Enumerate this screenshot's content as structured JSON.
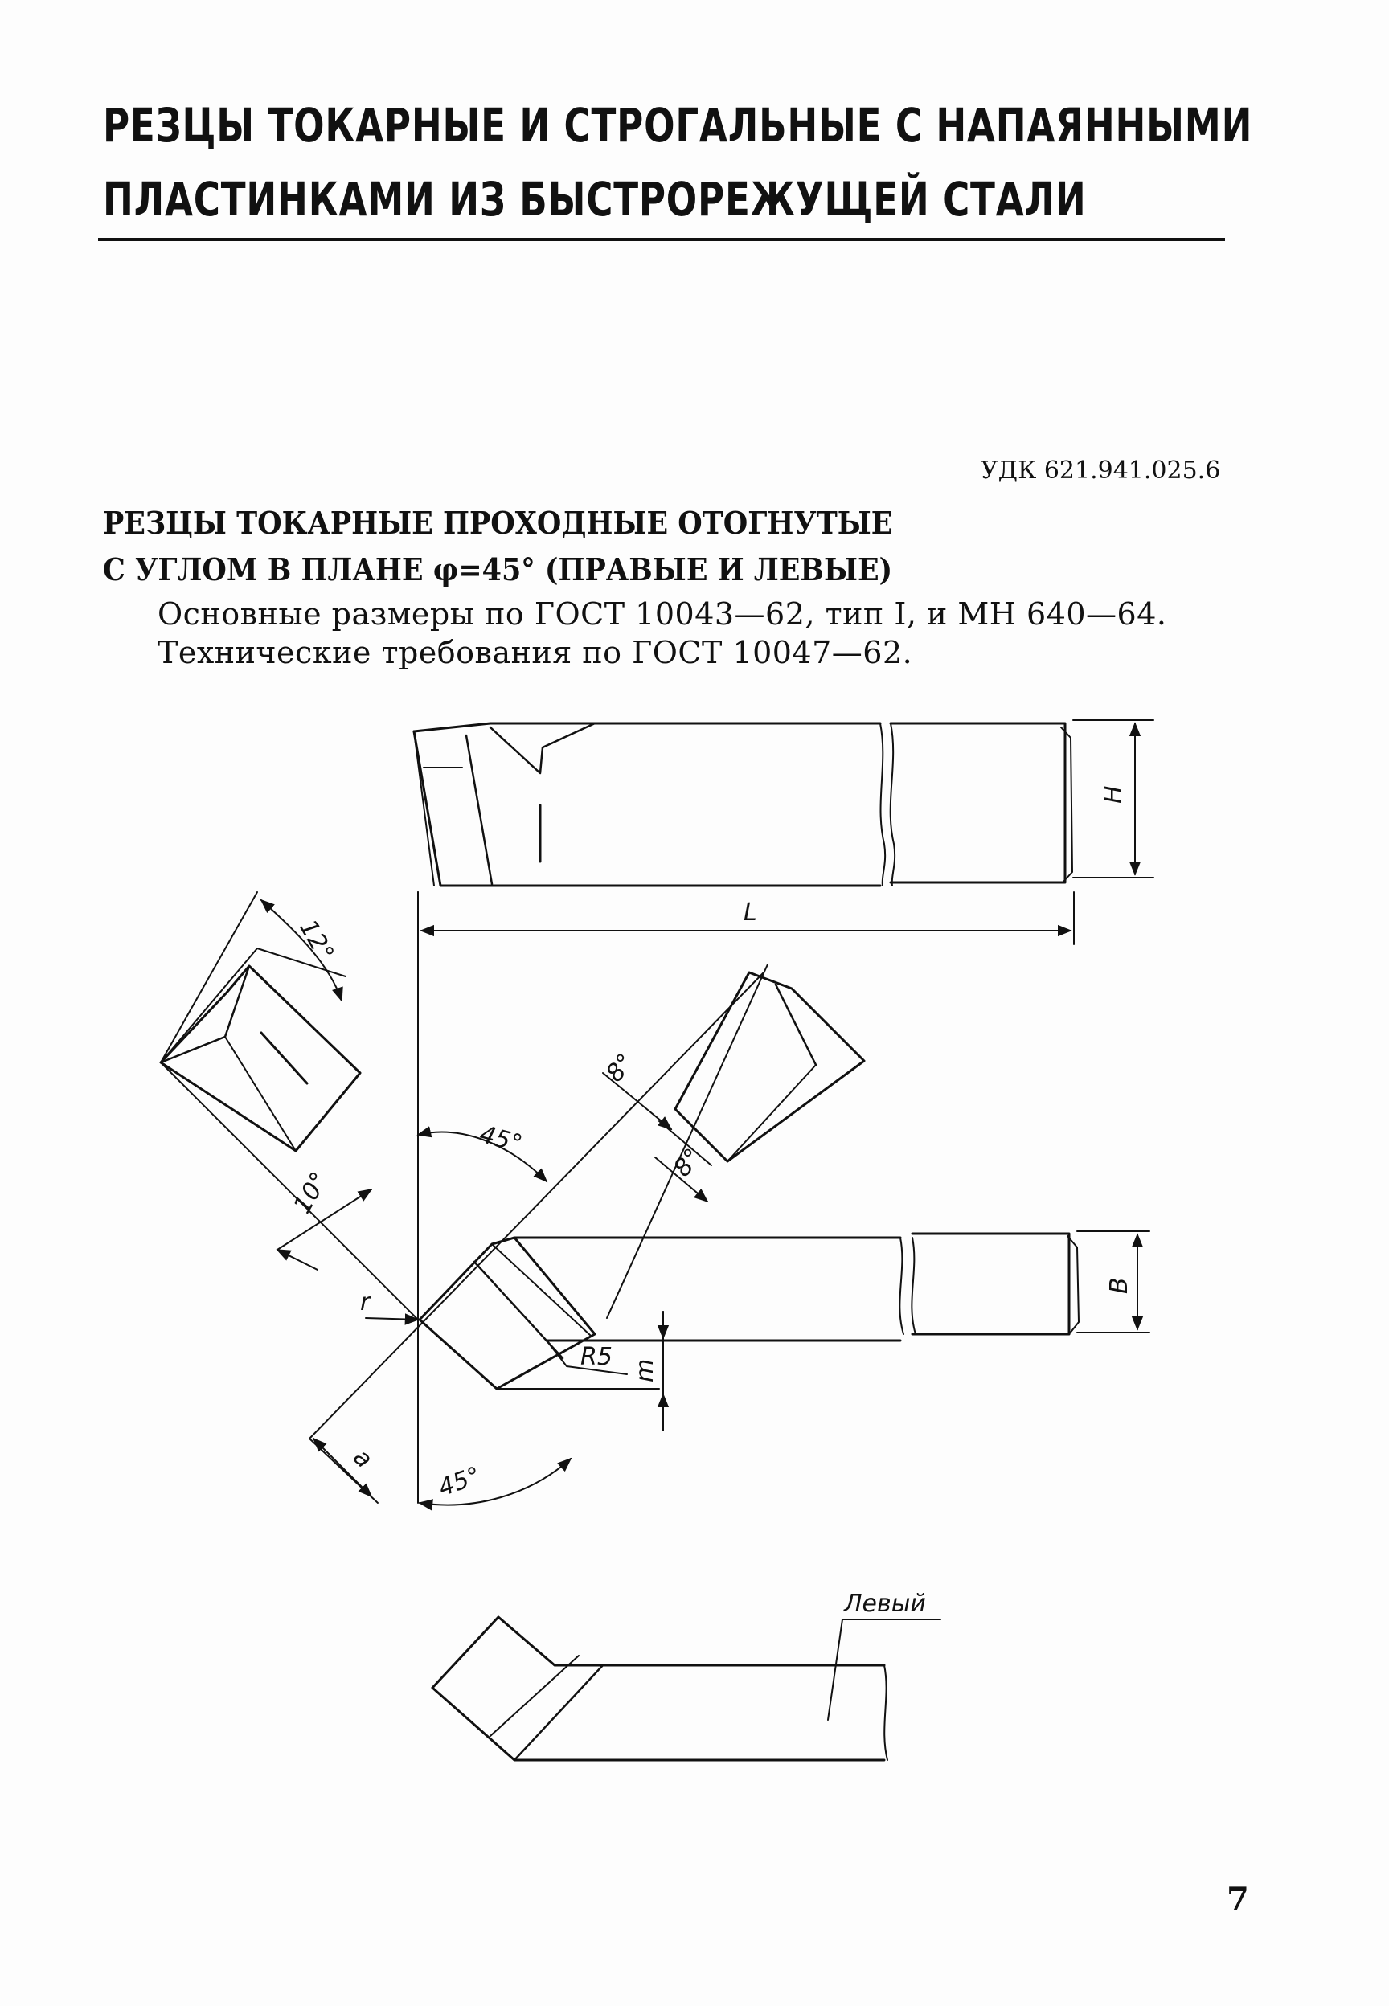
{
  "section_header": {
    "line1": "РЕЗЦЫ ТОКАРНЫЕ И СТРОГАЛЬНЫЕ С НАПАЯННЫМИ",
    "line2": "ПЛАСТИНКАМИ ИЗ БЫСТРОРЕЖУЩЕЙ СТАЛИ"
  },
  "udk": "УДК 621.941.025.6",
  "article_title": {
    "line1": "РЕЗЦЫ ТОКАРНЫЕ ПРОХОДНЫЕ ОТОГНУТЫЕ",
    "line2": "С УГЛОМ В ПЛАНЕ φ=45° (ПРАВЫЕ И ЛЕВЫЕ)"
  },
  "basis": {
    "line1": "Основные размеры по ГОСТ 10043—62, тип I, и МН 640—64.",
    "line2": "Технические требования по ГОСТ 10047—62."
  },
  "drawing": {
    "labels": {
      "H": "H",
      "L": "L",
      "B": "B",
      "r": "r",
      "a": "a",
      "m": "m",
      "R5": "R5",
      "angle_12": "12°",
      "angle_10": "10°",
      "angle_45_top": "45°",
      "angle_45_bottom": "45°",
      "angle_8_a": "8°",
      "angle_8_b": "8°",
      "left_variant": "Левый"
    }
  },
  "page_number": "7"
}
